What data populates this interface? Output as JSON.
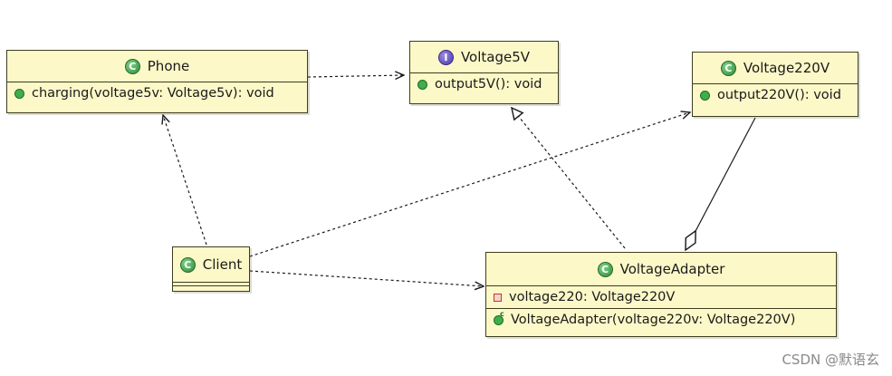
{
  "classes": {
    "phone": {
      "name": "Phone",
      "method": "charging(voltage5v: Voltage5v): void"
    },
    "voltage5v": {
      "name": "Voltage5V",
      "stereotype_icon": "I",
      "method": "output5V(): void"
    },
    "voltage220v": {
      "name": "Voltage220V",
      "method": "output220V(): void"
    },
    "client": {
      "name": "Client"
    },
    "adapter": {
      "name": "VoltageAdapter",
      "field": "voltage220: Voltage220V",
      "constructor": "VoltageAdapter(voltage220v: Voltage220V)",
      "ctor_badge": "c"
    }
  },
  "icons": {
    "class": "class-icon",
    "interface": "interface-icon",
    "public_method": "public-method-icon",
    "private_field": "private-field-icon",
    "constructor": "constructor-icon"
  },
  "watermark": "CSDN @默语玄"
}
